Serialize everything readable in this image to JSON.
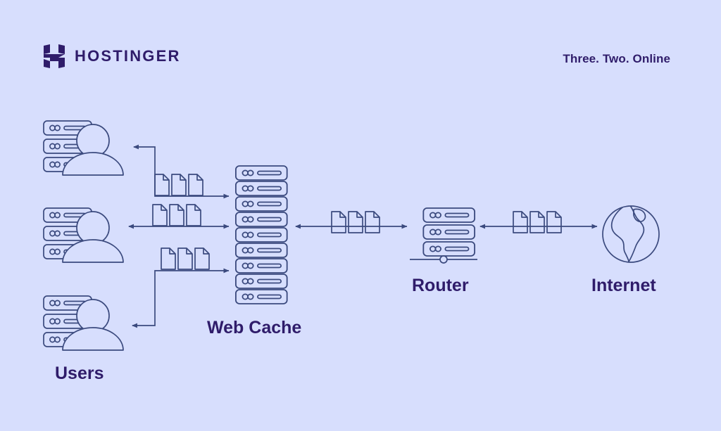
{
  "page": {
    "background_color": "#d7defd",
    "ink_color": "#3b4a7e",
    "text_color": "#2f1c6a"
  },
  "header": {
    "logo_icon": "hostinger-h-logo-icon",
    "brand_name": "HOSTINGER",
    "tagline": "Three. Two. Online"
  },
  "diagram": {
    "type": "network-flow-diagram",
    "nodes": [
      {
        "id": "users",
        "label": "Users",
        "icon": "user-server-icon",
        "count": 3,
        "server_rows_per_icon": 3
      },
      {
        "id": "web-cache",
        "label": "Web Cache",
        "icon": "server-stack-icon",
        "server_rows": 9
      },
      {
        "id": "router",
        "label": "Router",
        "icon": "router-icon",
        "server_rows": 3
      },
      {
        "id": "internet",
        "label": "Internet",
        "icon": "globe-icon"
      }
    ],
    "connections": [
      {
        "id": "user-top-to-cache",
        "from": "users",
        "to": "web-cache",
        "style": "elbow",
        "direction": "bidirectional",
        "payload_icon": "document-icon",
        "payload_count": 3
      },
      {
        "id": "user-middle-to-cache",
        "from": "users",
        "to": "web-cache",
        "style": "straight",
        "direction": "bidirectional",
        "payload_icon": "document-icon",
        "payload_count": 3
      },
      {
        "id": "user-bottom-to-cache",
        "from": "users",
        "to": "web-cache",
        "style": "elbow",
        "direction": "bidirectional",
        "payload_icon": "document-icon",
        "payload_count": 3
      },
      {
        "id": "cache-to-router",
        "from": "web-cache",
        "to": "router",
        "style": "straight",
        "direction": "bidirectional",
        "payload_icon": "document-icon",
        "payload_count": 3
      },
      {
        "id": "router-to-internet",
        "from": "router",
        "to": "internet",
        "style": "straight",
        "direction": "bidirectional",
        "payload_icon": "document-icon",
        "payload_count": 3
      }
    ]
  },
  "labels": {
    "users": "Users",
    "web_cache": "Web Cache",
    "router": "Router",
    "internet": "Internet"
  }
}
